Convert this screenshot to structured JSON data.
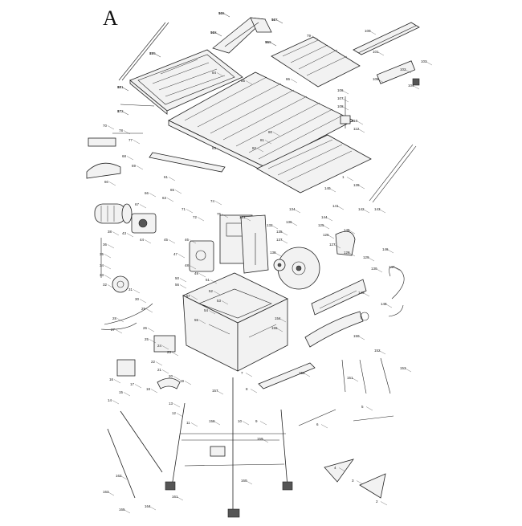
{
  "diagram": {
    "panel_letter": "A",
    "callouts": [
      {
        "label": "93"
      },
      {
        "label": "92"
      },
      {
        "label": "91"
      },
      {
        "label": "95"
      },
      {
        "label": "89"
      },
      {
        "label": "88"
      },
      {
        "label": "87"
      },
      {
        "label": "84"
      },
      {
        "label": "85"
      },
      {
        "label": "79"
      },
      {
        "label": "100"
      },
      {
        "label": "101"
      },
      {
        "label": "103"
      },
      {
        "label": "102"
      },
      {
        "label": "104"
      },
      {
        "label": "105"
      },
      {
        "label": "106"
      },
      {
        "label": "107"
      },
      {
        "label": "108"
      },
      {
        "label": "110"
      },
      {
        "label": "112"
      },
      {
        "label": "86"
      },
      {
        "label": "80"
      },
      {
        "label": "81"
      },
      {
        "label": "82"
      },
      {
        "label": "83"
      },
      {
        "label": "70"
      },
      {
        "label": "78"
      },
      {
        "label": "77"
      },
      {
        "label": "68"
      },
      {
        "label": "69"
      },
      {
        "label": "60"
      },
      {
        "label": "61"
      },
      {
        "label": "65"
      },
      {
        "label": "63"
      },
      {
        "label": "66"
      },
      {
        "label": "67"
      },
      {
        "label": "71"
      },
      {
        "label": "72"
      },
      {
        "label": "74"
      },
      {
        "label": "75"
      },
      {
        "label": "131"
      },
      {
        "label": "132"
      },
      {
        "label": "134"
      },
      {
        "label": "135"
      },
      {
        "label": "136"
      },
      {
        "label": "137"
      },
      {
        "label": "138"
      },
      {
        "label": "125"
      },
      {
        "label": "126"
      },
      {
        "label": "127"
      },
      {
        "label": "128"
      },
      {
        "label": "129"
      },
      {
        "label": "130"
      },
      {
        "label": "43"
      },
      {
        "label": "44"
      },
      {
        "label": "45"
      },
      {
        "label": "46"
      },
      {
        "label": "47"
      },
      {
        "label": "48"
      },
      {
        "label": "49"
      },
      {
        "label": "50"
      },
      {
        "label": "51"
      },
      {
        "label": "52"
      },
      {
        "label": "53"
      },
      {
        "label": "54"
      },
      {
        "label": "55"
      },
      {
        "label": "56"
      },
      {
        "label": "57"
      },
      {
        "label": "38"
      },
      {
        "label": "36"
      },
      {
        "label": "35"
      },
      {
        "label": "34"
      },
      {
        "label": "33"
      },
      {
        "label": "32"
      },
      {
        "label": "31"
      },
      {
        "label": "30"
      },
      {
        "label": "29"
      },
      {
        "label": "28"
      },
      {
        "label": "27"
      },
      {
        "label": "26"
      },
      {
        "label": "25"
      },
      {
        "label": "24"
      },
      {
        "label": "23"
      },
      {
        "label": "22"
      },
      {
        "label": "21"
      },
      {
        "label": "20"
      },
      {
        "label": "19"
      },
      {
        "label": "18"
      },
      {
        "label": "17"
      },
      {
        "label": "16"
      },
      {
        "label": "15"
      },
      {
        "label": "14"
      },
      {
        "label": "13"
      },
      {
        "label": "12"
      },
      {
        "label": "11"
      },
      {
        "label": "10"
      },
      {
        "label": "9"
      },
      {
        "label": "8"
      },
      {
        "label": "7"
      },
      {
        "label": "6"
      },
      {
        "label": "5"
      },
      {
        "label": "4"
      },
      {
        "label": "3"
      },
      {
        "label": "2"
      },
      {
        "label": "1"
      },
      {
        "label": "139"
      },
      {
        "label": "140"
      },
      {
        "label": "141"
      },
      {
        "label": "142"
      },
      {
        "label": "143"
      },
      {
        "label": "144"
      },
      {
        "label": "145"
      },
      {
        "label": "146"
      },
      {
        "label": "147"
      },
      {
        "label": "148"
      },
      {
        "label": "149"
      },
      {
        "label": "150"
      },
      {
        "label": "151"
      },
      {
        "label": "152"
      },
      {
        "label": "153"
      },
      {
        "label": "154"
      },
      {
        "label": "155"
      },
      {
        "label": "156"
      },
      {
        "label": "157"
      },
      {
        "label": "158"
      },
      {
        "label": "159"
      },
      {
        "label": "160"
      },
      {
        "label": "161"
      },
      {
        "label": "162"
      },
      {
        "label": "163"
      },
      {
        "label": "164"
      },
      {
        "label": "165"
      },
      {
        "label": "166"
      },
      {
        "label": "167"
      },
      {
        "label": "168"
      },
      {
        "label": "169"
      },
      {
        "label": "170"
      },
      {
        "label": "171"
      },
      {
        "label": "172"
      }
    ]
  }
}
